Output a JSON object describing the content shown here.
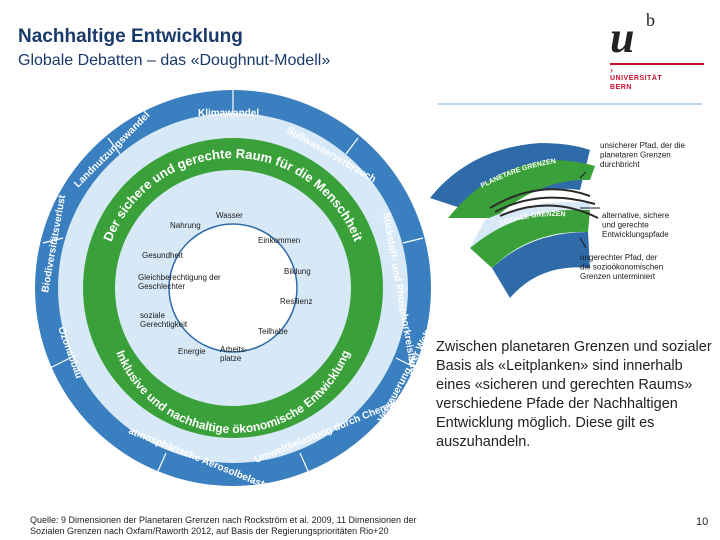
{
  "header": {
    "title": "Nachhaltige Entwicklung",
    "subtitle": "Globale Debatten – das «Doughnut-Modell»"
  },
  "logo": {
    "letter_u": "u",
    "letter_b": "b",
    "mark": "›",
    "line1": "UNIVERSITÄT",
    "line2": "BERN",
    "accent": "#c8102e"
  },
  "doughnut": {
    "colors": {
      "outer": "#3a7fbf",
      "green": "#3aa13a",
      "inner": "#d7e9f7",
      "ring_light": "#cfe2f3"
    },
    "planetary_boundaries": [
      "Klimawandel",
      "Süßwasserverbrauch",
      "Stickstoff- und Phosphorkreisläufe",
      "Versauerung der Weltmeere",
      "Umweltbelastung durch Chemikalien",
      "atmosphärische Aerosolbelastung",
      "Ozonabbau",
      "Biodiversitätsverlust",
      "Landnutzungswandel"
    ],
    "ring_top": "Der sichere und gerechte Raum für die Menschheit",
    "ring_bottom": "Inklusive und nachhaltige ökonomische Entwicklung",
    "social_foundation": [
      "Wasser",
      "Einkommen",
      "Bildung",
      "Resilienz",
      "Teilhabe",
      "Arbeits-\nplatze",
      "Energie",
      "soziale\nGerechtigkeit",
      "Gleichberechtigung der\nGeschlechter",
      "Gesundheit",
      "Nahrung"
    ]
  },
  "arc_figure": {
    "band_top": "PLANETARE GRENZEN",
    "band_bottom": "SOZIALE GRENZEN",
    "label_top": "unsicherer Pfad, der die\nplanetaren Grenzen\ndurchbricht",
    "label_middle": "alternative, sichere\nund gerechte\nEntwicklungspfade",
    "label_bottom": "ungerechter Pfad, der\ndie sozioökonomischen\nGrenzen unterminiert"
  },
  "description": "Zwischen planetaren Grenzen und sozialer Basis als «Leitplanken» sind innerhalb eines «sicheren und gerechten Raums» verschiedene Pfade der Nachhaltigen Entwicklung möglich. Diese gilt es auszuhandeln.",
  "footer": {
    "source": "Quelle: 9 Dimensionen der Planetaren Grenzen nach Rockström et al. 2009, 11 Dimensionen der Sozialen Grenzen nach Oxfam/Raworth 2012, auf Basis der Regierungsprioritäten Rio+20",
    "page": "10"
  }
}
